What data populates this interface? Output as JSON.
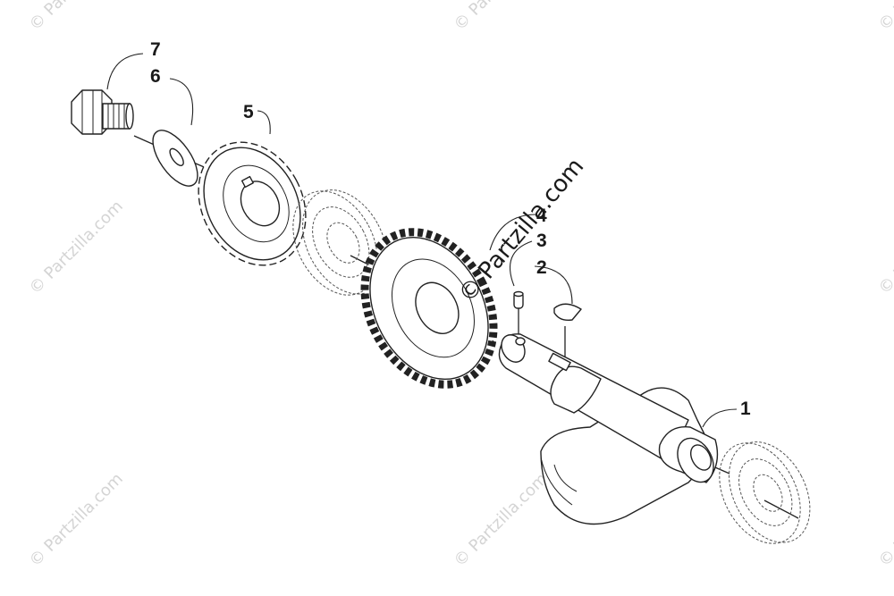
{
  "diagram": {
    "watermark_text": "© Partzilla.com",
    "center_watermark_text": "© Partzilla.com",
    "callouts": [
      {
        "id": "7",
        "label": "7"
      },
      {
        "id": "6",
        "label": "6"
      },
      {
        "id": "5",
        "label": "5"
      },
      {
        "id": "4",
        "label": "4"
      },
      {
        "id": "3",
        "label": "3"
      },
      {
        "id": "2",
        "label": "2"
      },
      {
        "id": "1",
        "label": "1"
      }
    ]
  },
  "colors": {
    "line": "#222222",
    "watermark": "#d4d4d4",
    "background": "#ffffff"
  }
}
